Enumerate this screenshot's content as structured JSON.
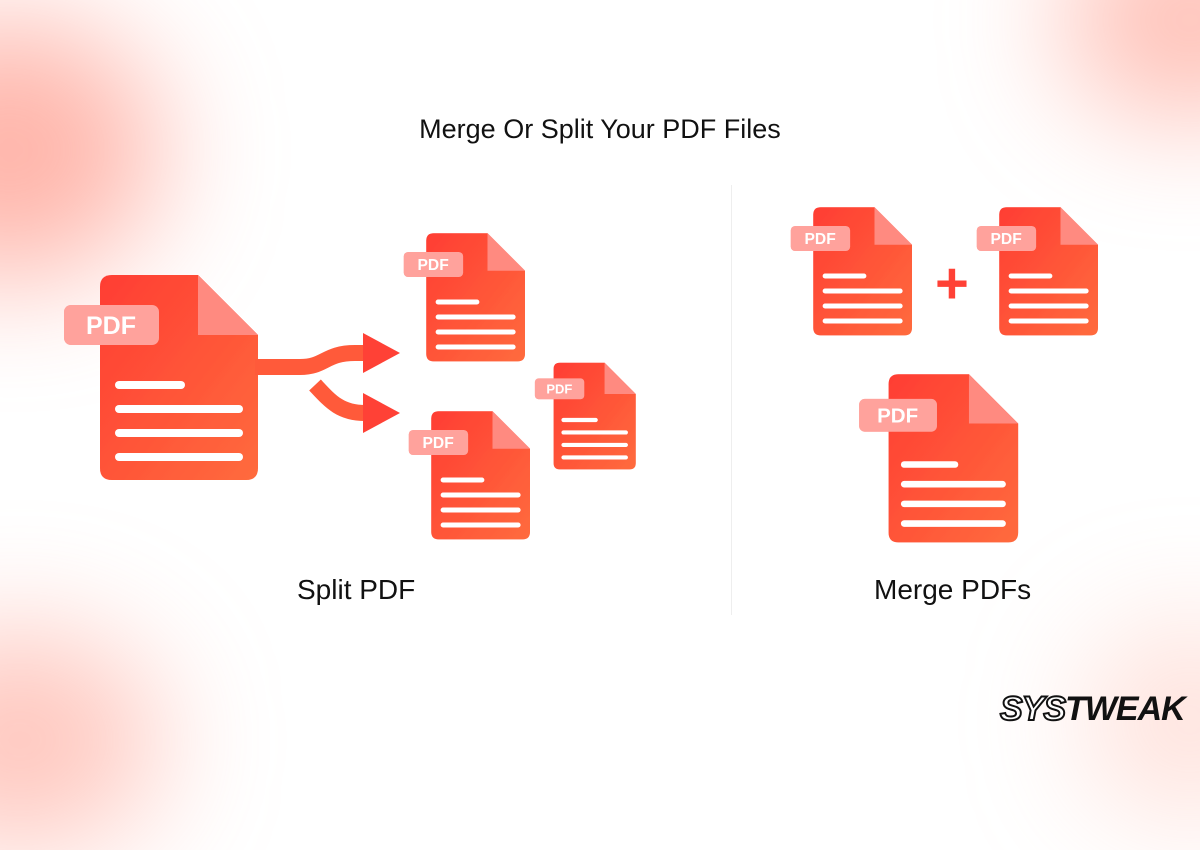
{
  "title": "Merge Or Split Your PDF Files",
  "split": {
    "label": "Split PDF",
    "doc_tag": "PDF"
  },
  "merge": {
    "label": "Merge PDFs",
    "doc_tag": "PDF",
    "plus": "+"
  },
  "brand": {
    "part1": "SYS",
    "part2": "TWEAK"
  },
  "colors": {
    "doc_top": "#ff4136",
    "doc_bottom": "#ff6a3d",
    "tag": "#ff9f9a",
    "fold": "#ff8a80"
  }
}
